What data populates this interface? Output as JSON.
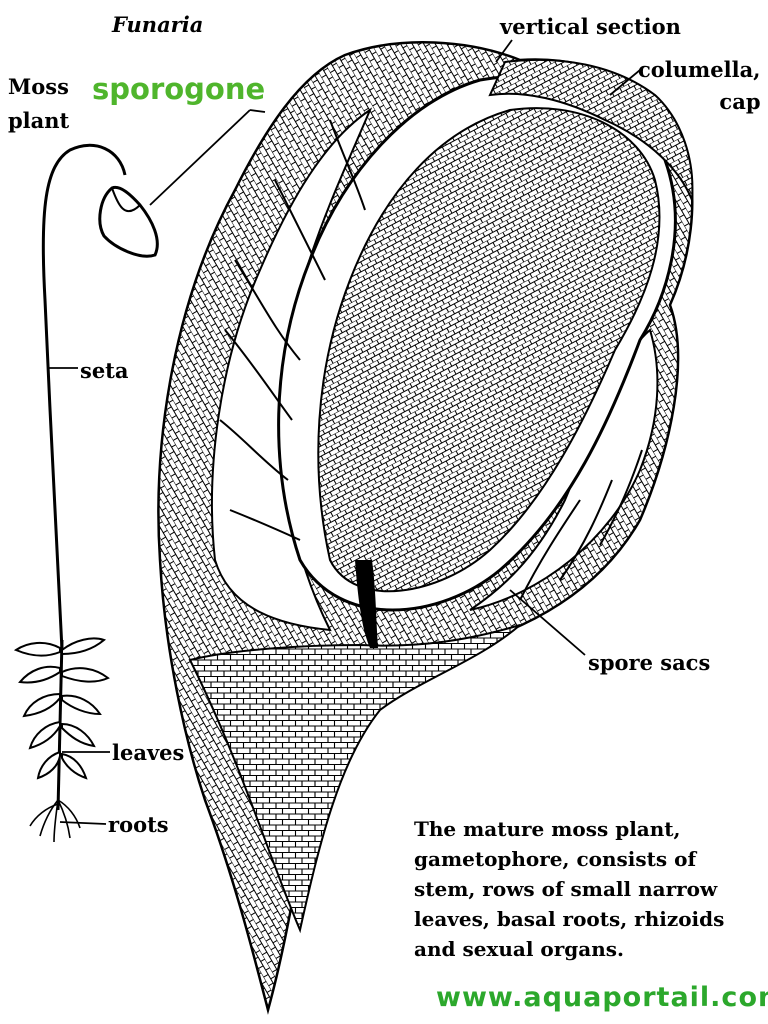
{
  "colors": {
    "accent_green": "#4fb52c",
    "url_green": "#2ca82c",
    "line": "#000000"
  },
  "labels": {
    "title": "Funaria",
    "moss_plant": "Moss\nplant",
    "sporogone": "sporogone",
    "vertical_section": "vertical section",
    "columella_cap": "columella,\ncap",
    "seta": "seta",
    "spore_sacs": "spore sacs",
    "leaves": "leaves",
    "roots": "roots"
  },
  "description": "The mature moss plant,\ngametophore, consists of\nstem, rows of small narrow\nleaves, basal roots, rhizoids\nand sexual organs.",
  "watermark": "www.aquaportail.com"
}
